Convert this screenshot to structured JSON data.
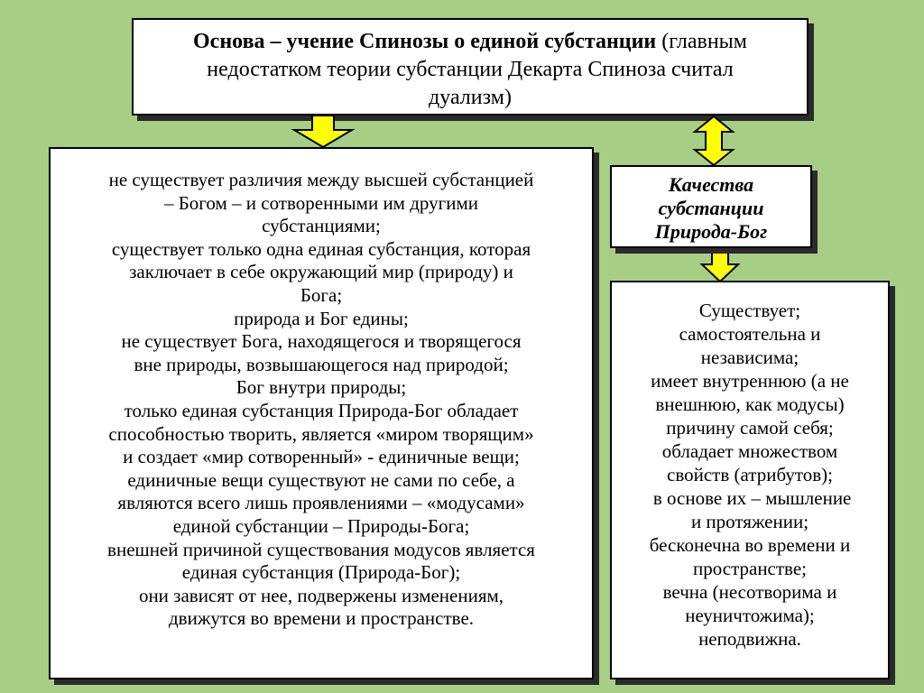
{
  "top_box": {
    "bold_text": "Основа – учение Спинозы о единой субстанции",
    "lines": [
      " (главным",
      "недостатком теории субстанции Декарта Спиноза считал",
      "дуализм)"
    ]
  },
  "left_box": {
    "lines": [
      "не существует различия между высшей субстанцией",
      "– Богом – и сотворенными им другими",
      "субстанциями;",
      "существует только одна единая субстанция, которая",
      "заключает в себе окружающий мир (природу) и",
      "Бога;",
      "природа и Бог едины;",
      "не существует Бога, находящегося и творящегося",
      "вне природы, возвышающегося над природой;",
      "Бог внутри природы;",
      "только единая субстанция Природа-Бог обладает",
      "способностью творить, является «миром творящим»",
      "и создает «мир сотворенный» - единичные вещи;",
      "единичные вещи существуют не сами по себе, а",
      "являются всего лишь проявлениями – «модусами»",
      "единой субстанции – Природы-Бога;",
      "внешней причиной существования модусов является",
      "единая субстанция (Природа-Бог);",
      "они зависят от нее, подвержены изменениям,",
      "движутся во времени и пространстве."
    ]
  },
  "middle_box": {
    "lines": [
      "Качества",
      "субстанции",
      "Природа-Бог"
    ]
  },
  "right_box": {
    "lines": [
      "Существует;",
      "самостоятельна и",
      "независима;",
      "имеет внутреннюю (а не",
      "внешнюю, как модусы)",
      "причину самой себя;",
      "обладает множеством",
      "свойств (атрибутов);",
      " в основе их – мышление",
      "и протяжении;",
      "бесконечна во времени и",
      "пространстве;",
      "вечна (несотворима и",
      "неуничтожима);",
      "неподвижна."
    ]
  },
  "colors": {
    "background": "#a6ce84",
    "arrow_fill": "#ffff00",
    "box_fill": "#ffffff",
    "shadow": "#2b2b2b"
  }
}
